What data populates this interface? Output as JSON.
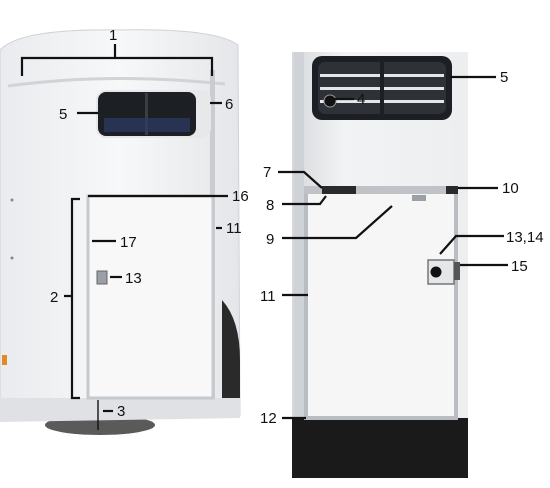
{
  "figure_left": {
    "labels": {
      "n1": "1",
      "n2": "2",
      "n3": "3",
      "n5": "5",
      "n6": "6",
      "n11": "11",
      "n13": "13",
      "n16": "16",
      "n17": "17"
    }
  },
  "figure_right": {
    "labels": {
      "n4": "4",
      "n5": "5",
      "n7": "7",
      "n8": "8",
      "n9": "9",
      "n10": "10",
      "n11": "11",
      "n12": "12",
      "n1314": "13,14",
      "n15": "15"
    }
  },
  "colors": {
    "trailer_body": "#f4f5f6",
    "frame": "#c9ccd0",
    "window": "#1c1f24",
    "dark_base": "#1a1a1a",
    "line": "#111111"
  }
}
